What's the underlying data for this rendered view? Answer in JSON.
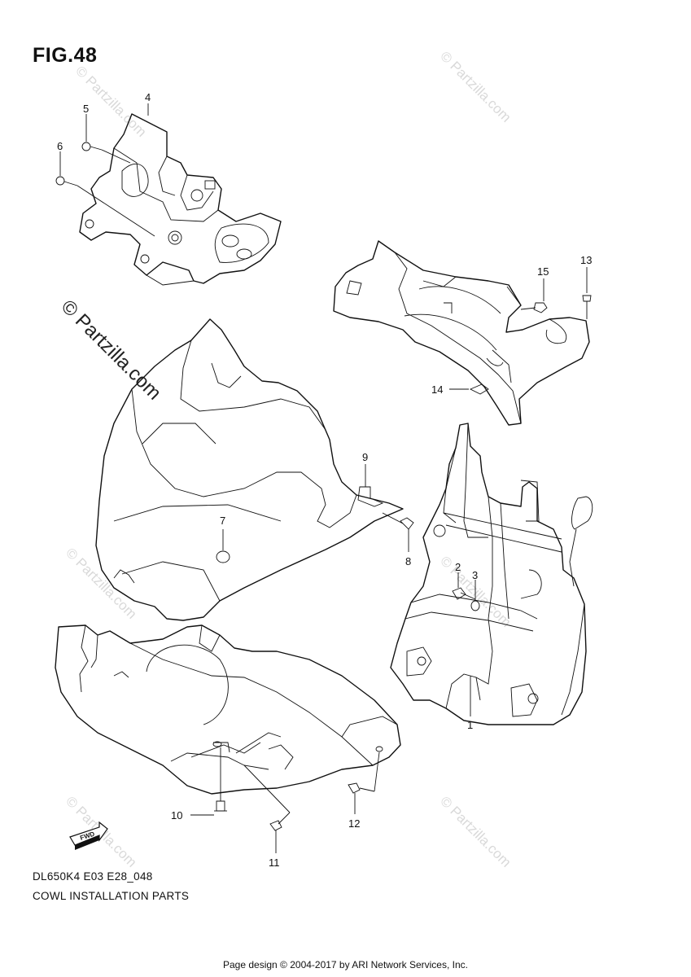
{
  "figure_title": "FIG.48",
  "model_code": "DL650K4 E03 E28_048",
  "section_title": "COWL INSTALLATION PARTS",
  "footer": "Page design © 2004-2017 by ARI Network Services, Inc.",
  "watermark_main": "© Partzilla.com",
  "watermark_faint": "© Partzilla.com",
  "fwd_label": "FWD",
  "callouts": {
    "c1": "1",
    "c2": "2",
    "c3": "3",
    "c4": "4",
    "c5": "5",
    "c6": "6",
    "c7": "7",
    "c8": "8",
    "c9": "9",
    "c10": "10",
    "c11": "11",
    "c12": "12",
    "c13": "13",
    "c14": "14",
    "c15": "15"
  }
}
